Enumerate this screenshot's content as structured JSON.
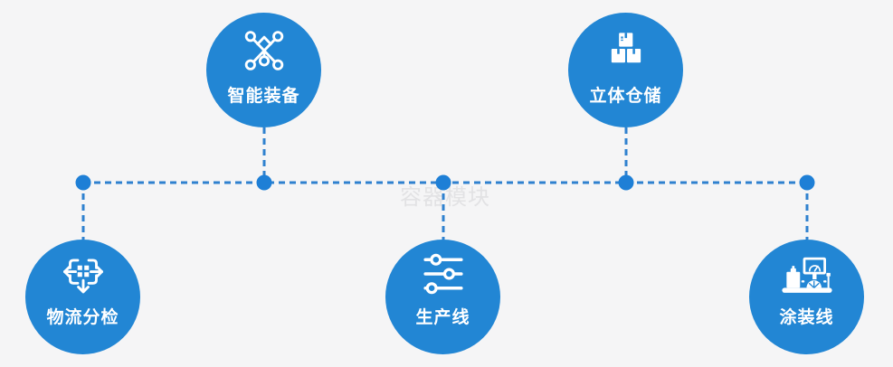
{
  "watermark": {
    "text": "容器模块"
  },
  "palette": {
    "circle_blue": "#2286d4",
    "line_blue": "#2f81cf",
    "dot_blue": "#1e7fd6",
    "background": "#f5f5f6",
    "watermark_gray": "#e2e2e4",
    "icon_white": "#ffffff"
  },
  "nodes": [
    {
      "label": "智能装备",
      "icon": "network-nodes-icon",
      "row": "top"
    },
    {
      "label": "立体仓储",
      "icon": "stacked-boxes-icon",
      "row": "top"
    },
    {
      "label": "物流分检",
      "icon": "sorting-arrows-icon",
      "row": "bottom"
    },
    {
      "label": "生产线",
      "icon": "sliders-icon",
      "row": "bottom"
    },
    {
      "label": "涂装线",
      "icon": "machine-console-icon",
      "row": "bottom"
    }
  ]
}
